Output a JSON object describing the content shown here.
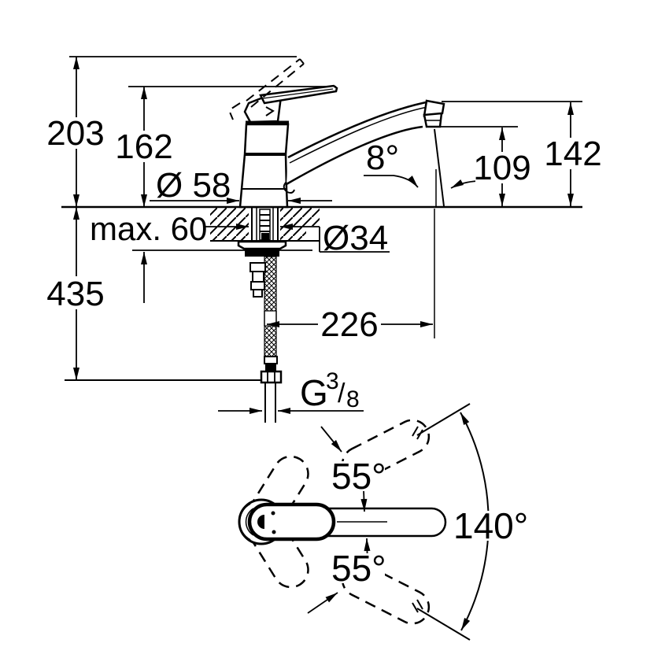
{
  "drawing": {
    "kind": "faucet-installation-dimension-drawing",
    "colors": {
      "line": "#000000",
      "background": "#ffffff"
    },
    "side_view": {
      "labels": {
        "total_height": "203",
        "body_height": "162",
        "base_diameter": "Ø 58",
        "max_mounting_thickness": "max. 60",
        "hole_diameter": "Ø34",
        "below_deck_length": "435",
        "spout_reach": "226",
        "stream_angle": "8°",
        "outlet_height": "109",
        "spout_top_height": "142",
        "thread_g": "G",
        "thread_numerator": "3",
        "thread_slash": "/",
        "thread_denominator": "8"
      }
    },
    "top_view": {
      "labels": {
        "swivel_upper": "55°",
        "swivel_lower": "55°",
        "swivel_total": "140°"
      }
    }
  }
}
